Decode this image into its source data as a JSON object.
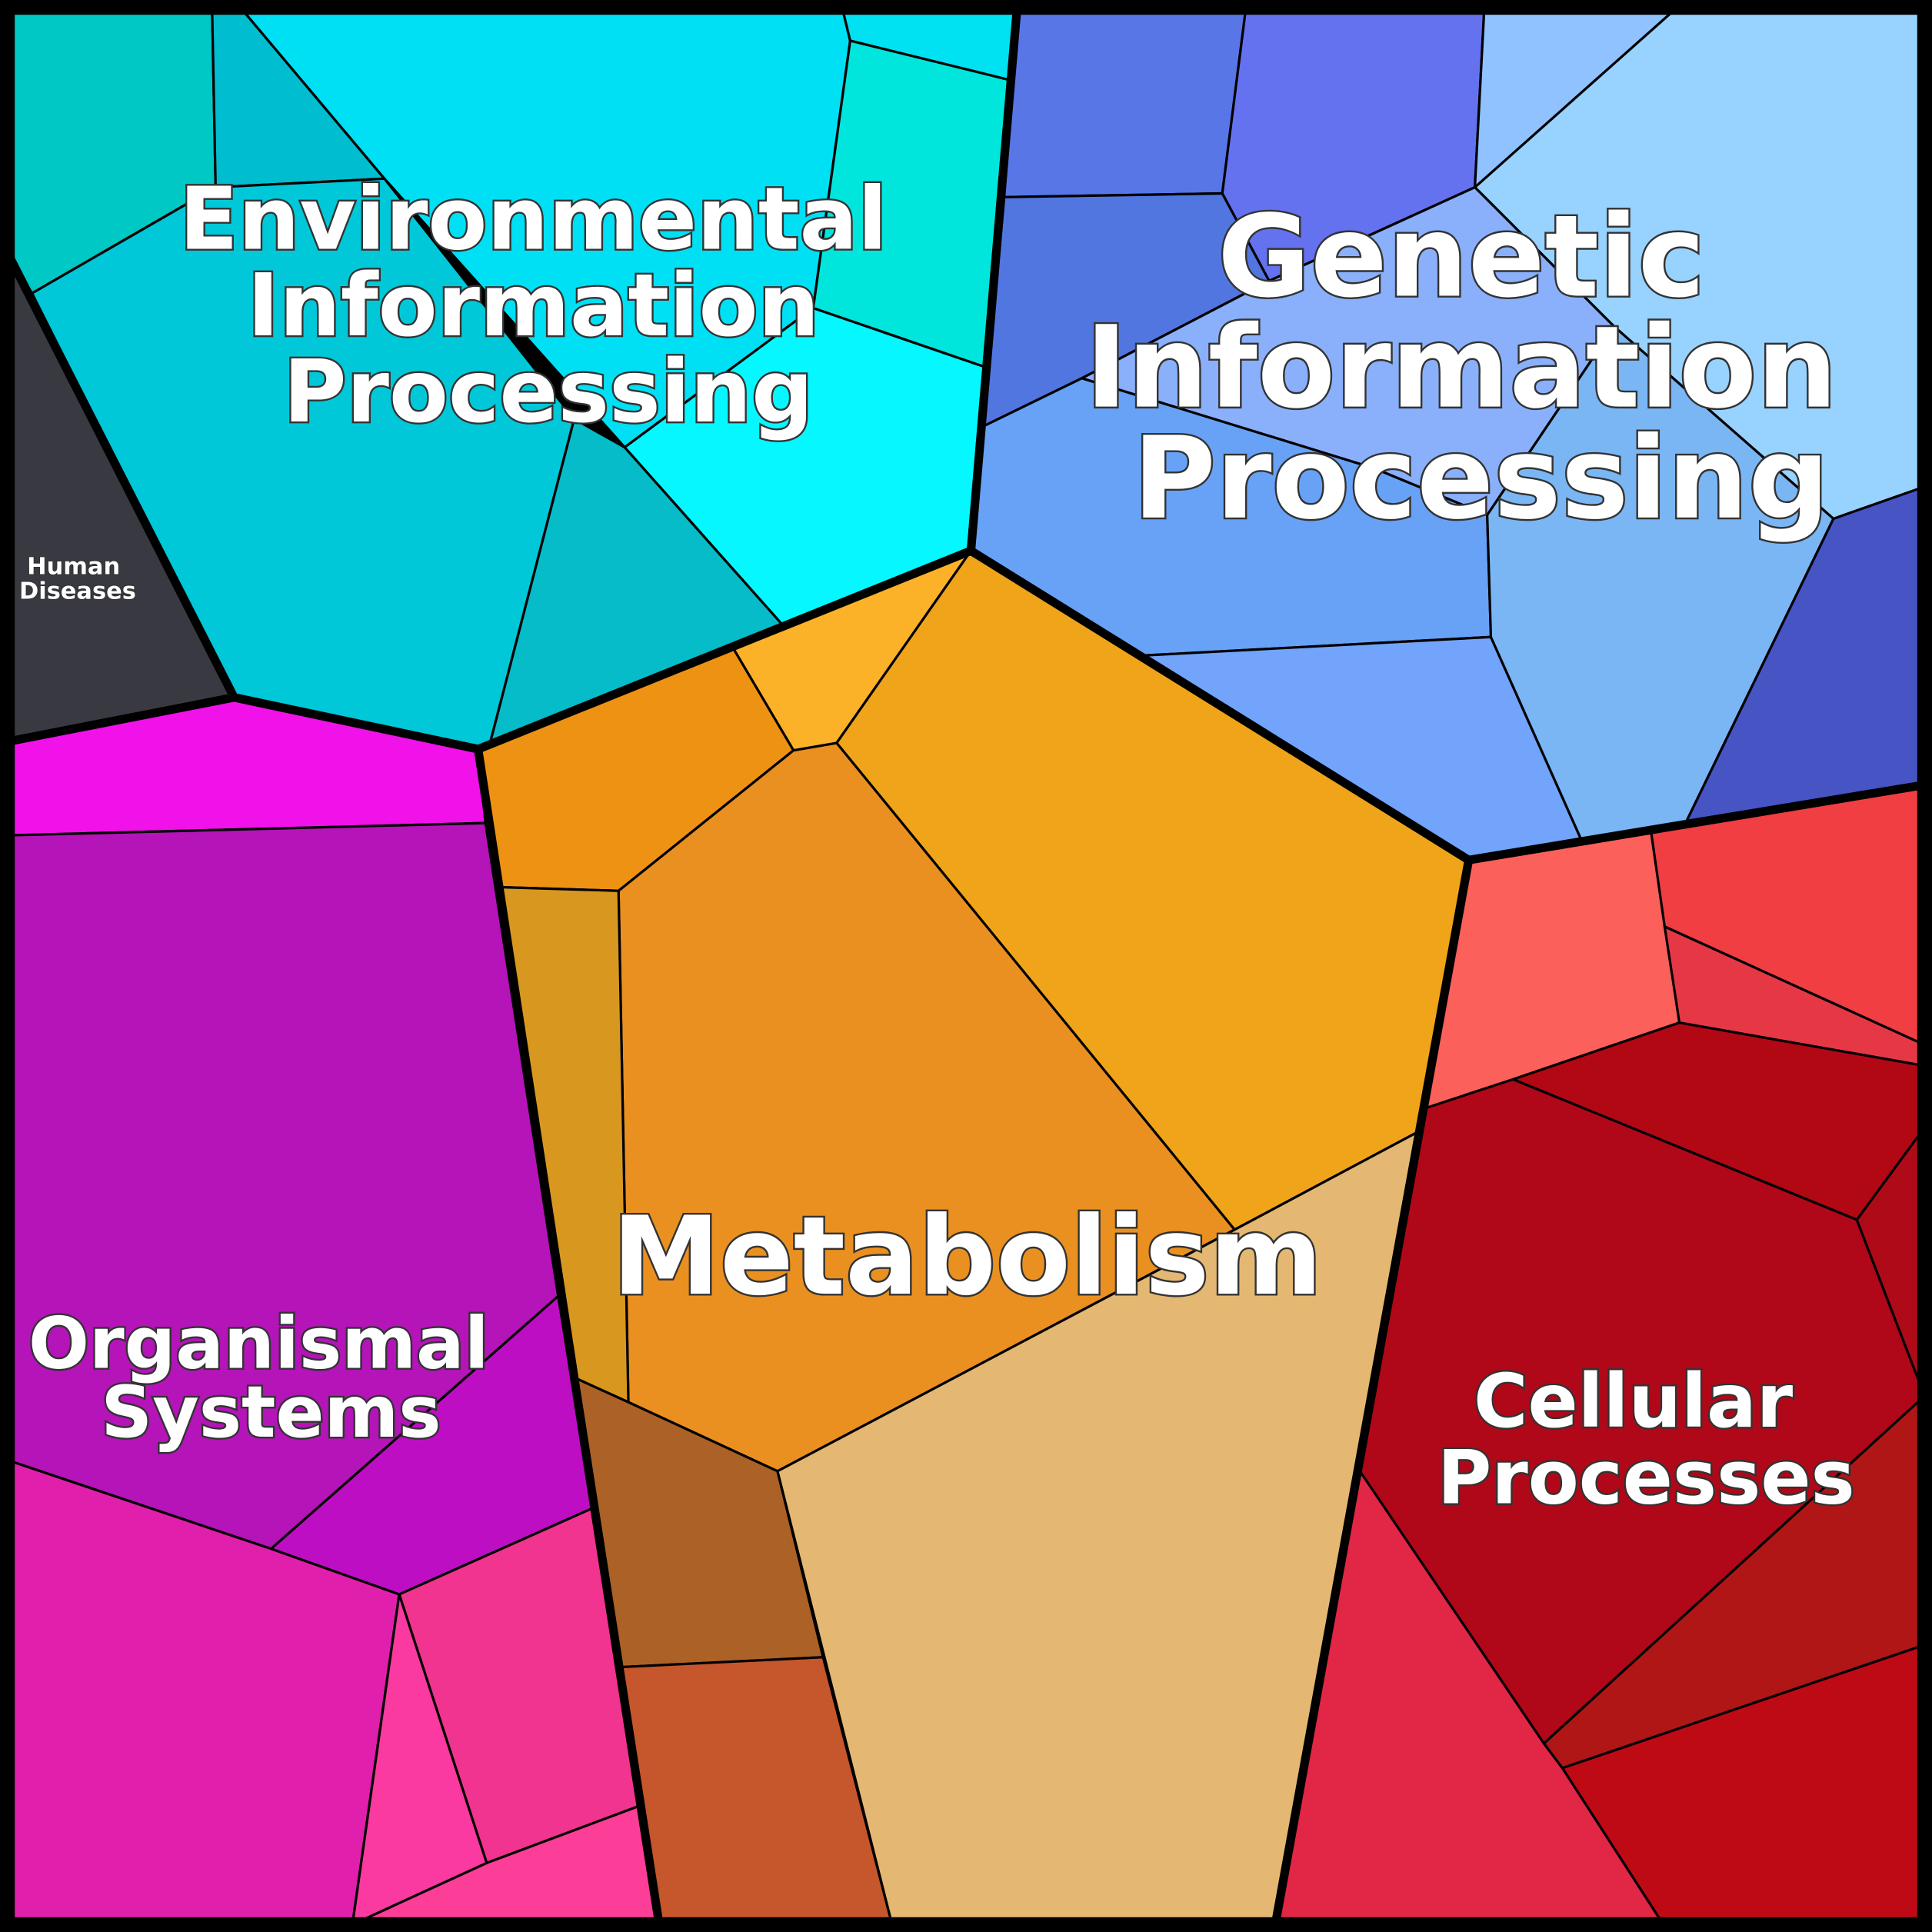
{
  "diagram": {
    "type": "voronoi-treemap",
    "regions": [
      {
        "id": "environmental",
        "lines": [
          "Environmental",
          "Information",
          "Processing"
        ],
        "color": "#00d4ea"
      },
      {
        "id": "genetic",
        "lines": [
          "Genetic",
          "Information",
          "Processing"
        ],
        "color": "#6aa2f4"
      },
      {
        "id": "metabolism",
        "lines": [
          "Metabolism"
        ],
        "color": "#ec9020"
      },
      {
        "id": "organismal",
        "lines": [
          "Organismal",
          "Systems"
        ],
        "color": "#b414b8"
      },
      {
        "id": "cellular",
        "lines": [
          "Cellular",
          "Processes"
        ],
        "color": "#b20818"
      },
      {
        "id": "human",
        "lines": [
          "Human",
          "Diseases"
        ],
        "color": "#393942"
      }
    ]
  }
}
